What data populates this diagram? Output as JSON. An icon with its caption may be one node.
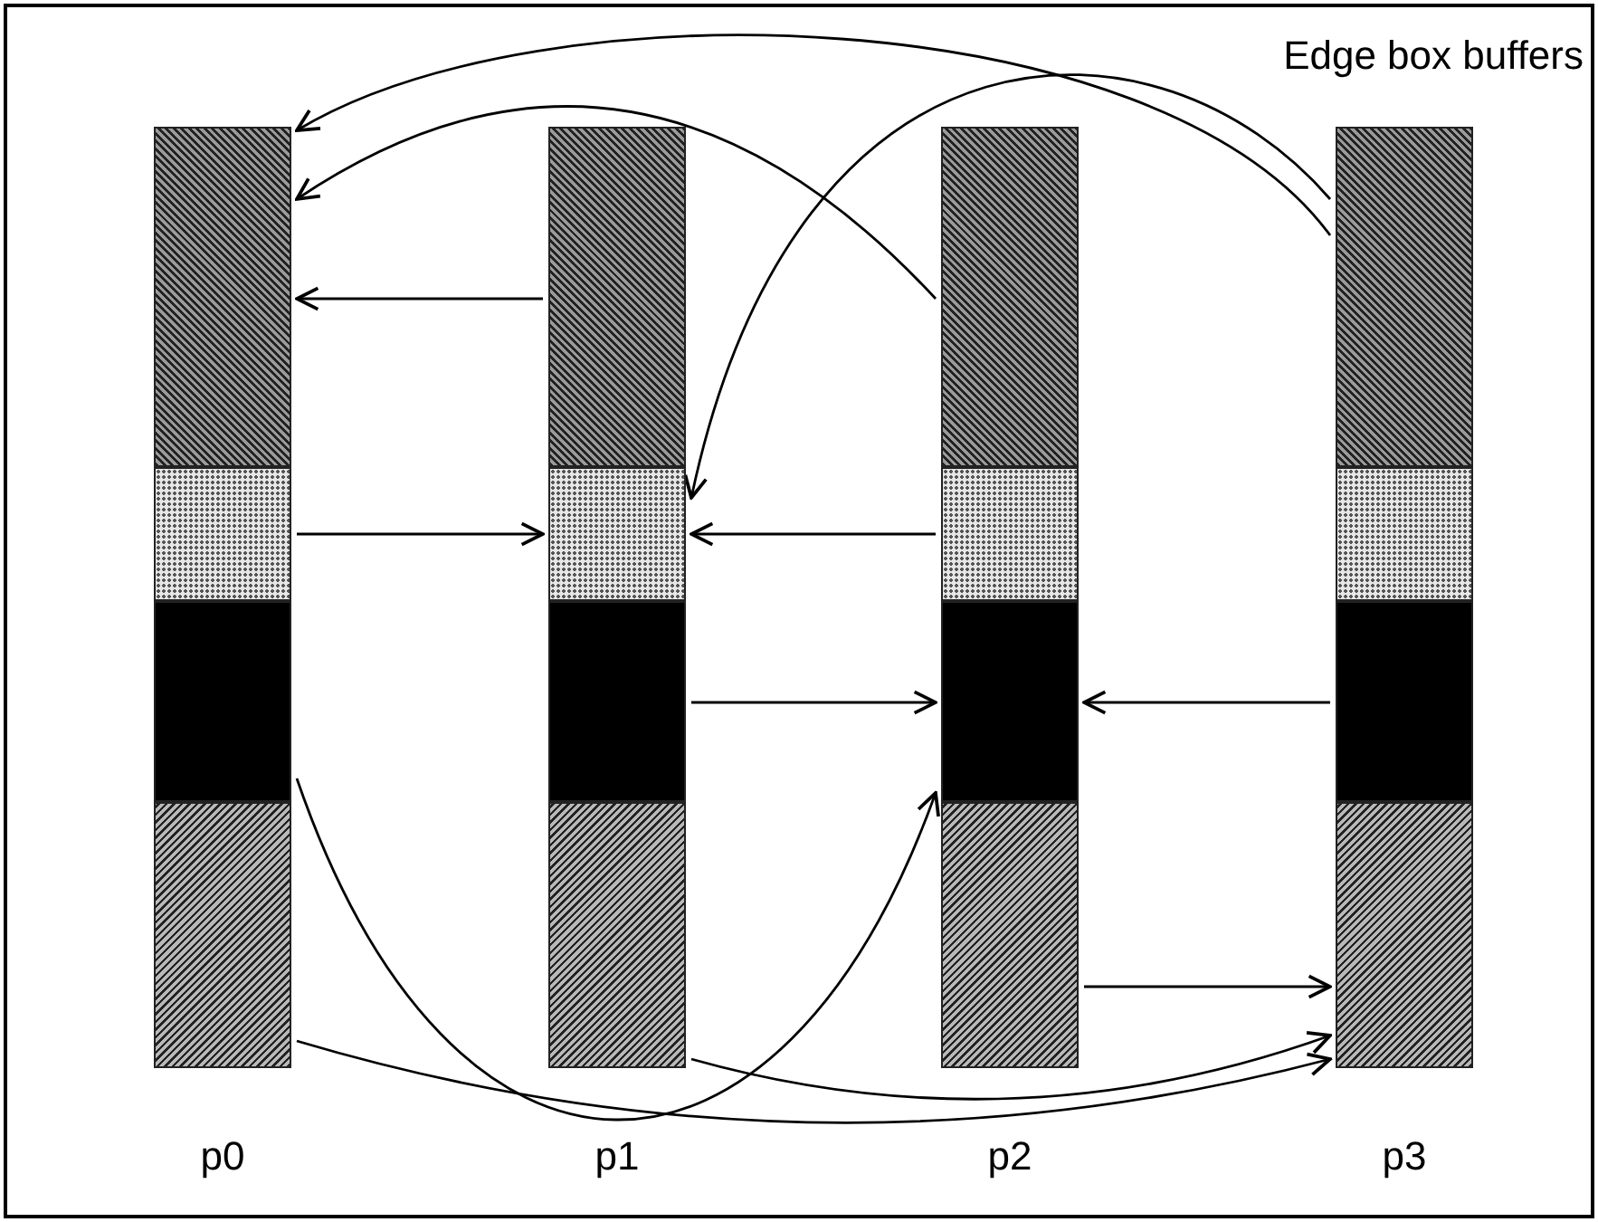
{
  "diagram": {
    "title": "Edge box buffers",
    "nodes": [
      {
        "text": [
          "p0"
        ]
      },
      {
        "text": [],
        "shape": "bar",
        "in": 0
      },
      {
        "text": [],
        "shape": "bar",
        "in": 0
      },
      {
        "text": [],
        "shape": "bar",
        "in": 0
      },
      {
        "text": [],
        "shape": "bar",
        "in": 0
      },
      {
        "text": [
          "p1"
        ]
      },
      {
        "text": [],
        "shape": "bar",
        "in": 5
      },
      {
        "text": [],
        "shape": "bar",
        "in": 5
      },
      {
        "text": [],
        "shape": "bar",
        "in": 5
      },
      {
        "text": [],
        "shape": "bar",
        "in": 5
      },
      {
        "text": [
          "p2"
        ]
      },
      {
        "text": [],
        "shape": "bar",
        "in": 10
      },
      {
        "text": [],
        "shape": "bar",
        "in": 10
      },
      {
        "text": [],
        "shape": "bar",
        "in": 10
      },
      {
        "text": [],
        "shape": "bar",
        "in": 10
      },
      {
        "text": [
          "p3"
        ]
      },
      {
        "text": [],
        "shape": "bar",
        "in": 15
      },
      {
        "text": [],
        "shape": "bar",
        "in": 15
      },
      {
        "text": [],
        "shape": "bar",
        "in": 15
      },
      {
        "text": [],
        "shape": "bar",
        "in": 15
      }
    ],
    "edges": [
      {
        "from": 16,
        "to": 1,
        "arrow": "to"
      },
      {
        "from": 11,
        "to": 1,
        "arrow": "to"
      },
      {
        "from": 6,
        "to": 1,
        "arrow": "to"
      },
      {
        "from": 16,
        "to": 7,
        "arrow": "to"
      },
      {
        "from": 2,
        "to": 7,
        "arrow": "to"
      },
      {
        "from": 12,
        "to": 7,
        "arrow": "to"
      },
      {
        "from": 8,
        "to": 13,
        "arrow": "to"
      },
      {
        "from": 3,
        "to": 13,
        "arrow": "to"
      },
      {
        "from": 18,
        "to": 13,
        "arrow": "to"
      },
      {
        "from": 14,
        "to": 19,
        "arrow": "to"
      },
      {
        "from": 9,
        "to": 19,
        "arrow": "to"
      },
      {
        "from": 4,
        "to": 19,
        "arrow": "to"
      }
    ]
  }
}
